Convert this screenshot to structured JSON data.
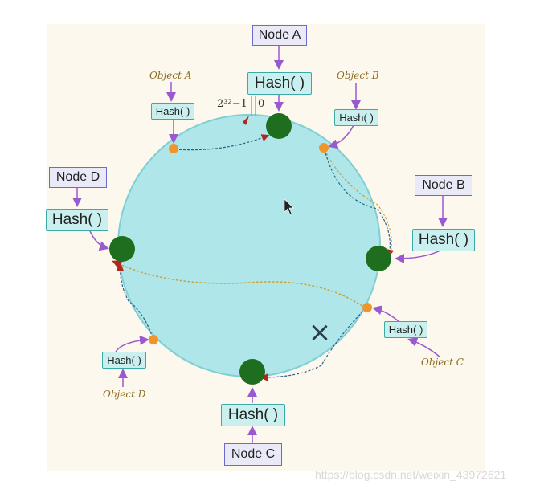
{
  "nodes": {
    "a": "Node A",
    "b": "Node B",
    "c": "Node C",
    "d": "Node D"
  },
  "hash_label": "Hash( )",
  "objects": {
    "a": "Object A",
    "b": "Object B",
    "c": "Object C",
    "d": "Object D"
  },
  "ring": {
    "max_label": "2³²−1",
    "zero_label": "0"
  },
  "colors": {
    "ring_fill": "#aee6ea",
    "node_dot": "#1f6e1f",
    "object_dot": "#f0952a",
    "node_arrow": "#9b59d0",
    "path_line": "#2b5f8a",
    "highlight_path": "#c9a23a",
    "arrowhead": "#b0271e"
  },
  "failure_marker": "×",
  "watermark": "https://blog.csdn.net/weixin_43972621"
}
